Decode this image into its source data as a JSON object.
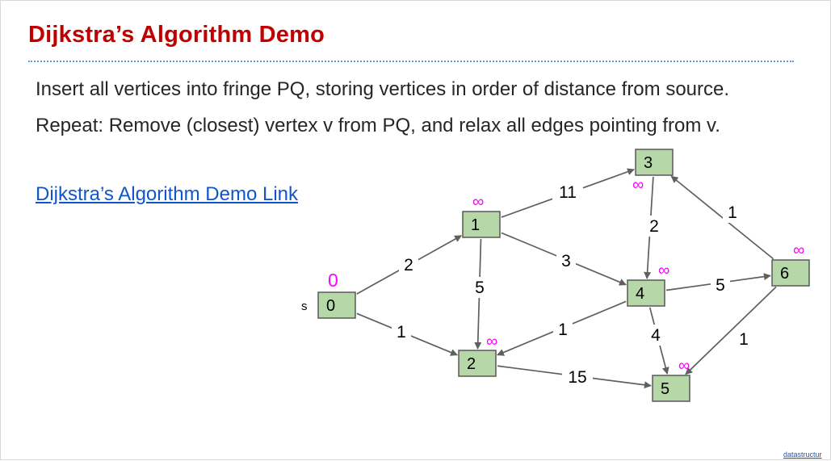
{
  "title": "Dijkstra’s Algorithm Demo",
  "bullets": [
    "Insert all vertices into fringe PQ, storing vertices in order of distance from source.",
    "Repeat: Remove (closest) vertex v from PQ, and relax all edges pointing from v."
  ],
  "demo_link": "Dijkstra’s Algorithm Demo Link",
  "footer_link": "datastructur",
  "source_label": "s",
  "colors": {
    "title": "#c00000",
    "node_fill": "#b6d7a8",
    "distance": "#ff00ff",
    "link": "#1155cc",
    "edge": "#5f5f5f"
  },
  "graph": {
    "nodes": [
      {
        "id": "0",
        "label": "0",
        "distance": "0"
      },
      {
        "id": "1",
        "label": "1",
        "distance": "∞"
      },
      {
        "id": "2",
        "label": "2",
        "distance": "∞"
      },
      {
        "id": "3",
        "label": "3",
        "distance": "∞"
      },
      {
        "id": "4",
        "label": "4",
        "distance": "∞"
      },
      {
        "id": "5",
        "label": "5",
        "distance": "∞"
      },
      {
        "id": "6",
        "label": "6",
        "distance": "∞"
      }
    ],
    "edges": [
      {
        "from": "0",
        "to": "1",
        "weight": "2"
      },
      {
        "from": "0",
        "to": "2",
        "weight": "1"
      },
      {
        "from": "1",
        "to": "2",
        "weight": "5"
      },
      {
        "from": "1",
        "to": "3",
        "weight": "11"
      },
      {
        "from": "1",
        "to": "4",
        "weight": "3"
      },
      {
        "from": "3",
        "to": "4",
        "weight": "2"
      },
      {
        "from": "4",
        "to": "2",
        "weight": "1"
      },
      {
        "from": "4",
        "to": "5",
        "weight": "4"
      },
      {
        "from": "4",
        "to": "6",
        "weight": "5"
      },
      {
        "from": "2",
        "to": "5",
        "weight": "15"
      },
      {
        "from": "6",
        "to": "3",
        "weight": "1"
      },
      {
        "from": "6",
        "to": "5",
        "weight": "1"
      }
    ]
  }
}
